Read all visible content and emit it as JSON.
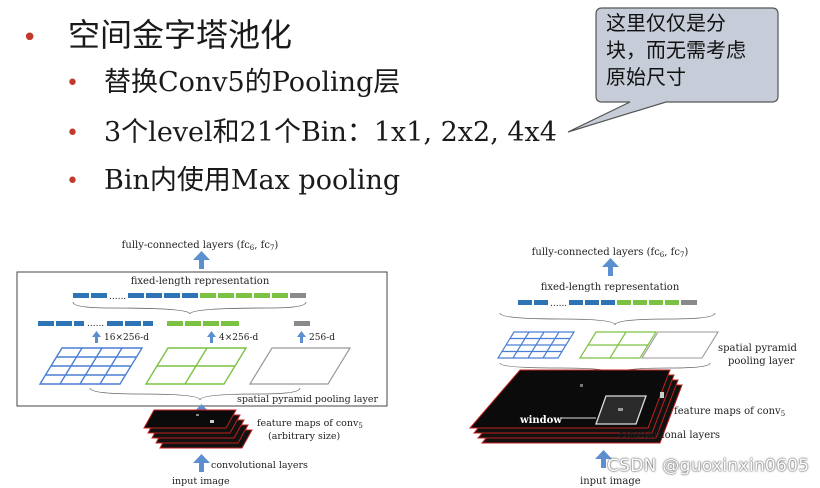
{
  "bullets": {
    "main": "空间金字塔池化",
    "sub": [
      "替换Conv5的Pooling层",
      "3个level和21个Bin：1x1, 2x2, 4x4",
      "Bin内使用Max pooling"
    ]
  },
  "callout": "这里仅仅是分块，而无需考虑原始尺寸",
  "left_diagram": {
    "fc": "fully-connected layers (fc",
    "fc_sub1": "6",
    "fc_mid": ", fc",
    "fc_sub2": "7",
    "fc_end": ")",
    "fixed": "fixed-length representation",
    "d16": "16×256-d",
    "d4": "4×256-d",
    "d1": "256-d",
    "spp": "spatial pyramid pooling layer",
    "fmap": "feature maps of conv",
    "fmap_sub": "5",
    "arb": "(arbitrary size)",
    "conv": "convolutional layers",
    "input": "input image",
    "dots": "......"
  },
  "right_diagram": {
    "fc": "fully-connected layers (fc",
    "fc_sub1": "6",
    "fc_mid": ", fc",
    "fc_sub2": "7",
    "fc_end": ")",
    "fixed": "fixed-length representation",
    "spp1": "spatial pyramid",
    "spp2": "pooling layer",
    "fmap": "feature maps of conv",
    "fmap_sub": "5",
    "window": "window",
    "conv": "convolutional layers",
    "input": "input image",
    "dots": "......"
  },
  "watermark": "CSDN @guoxinxin0605",
  "colors": {
    "bullet": "#c0392b",
    "callout_bg": "#c6ccd8",
    "blue": "#2e74b5",
    "green": "#7cc242",
    "gray": "#8a8a8a",
    "arrow": "#5b8fd0",
    "grid_blue": "#4a7fd4"
  }
}
